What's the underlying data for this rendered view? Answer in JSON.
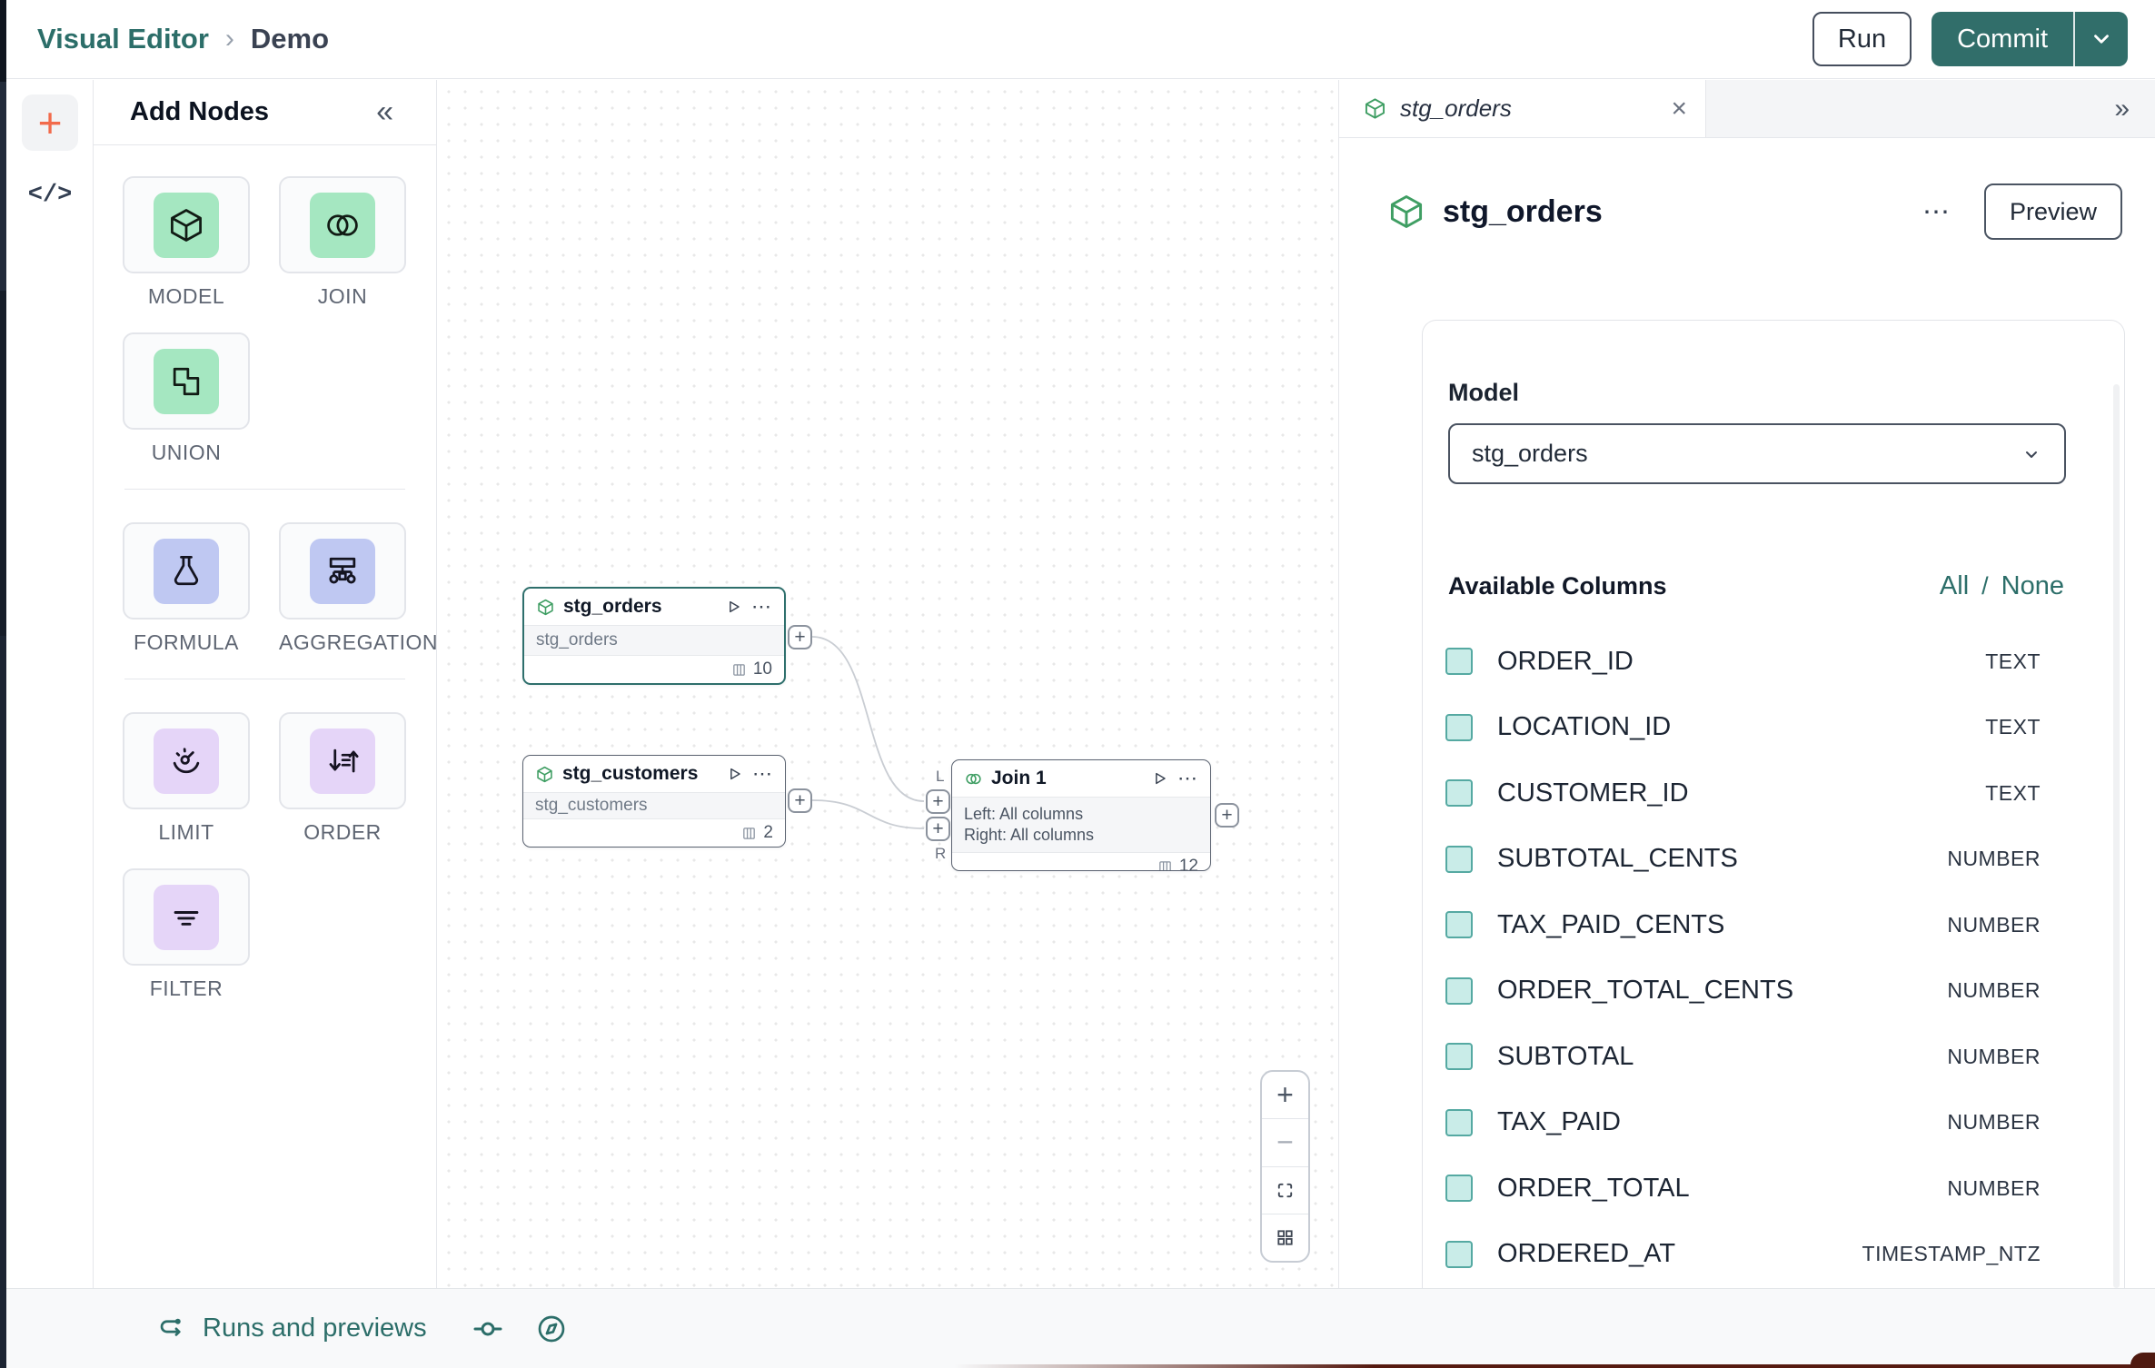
{
  "topbar": {
    "breadcrumb": {
      "root": "Visual Editor",
      "separator": "›",
      "current": "Demo"
    },
    "run_button": "Run",
    "commit_button": "Commit"
  },
  "left_rail": {
    "add_glyph": "+",
    "code_glyph": "</>"
  },
  "add_nodes_panel": {
    "title": "Add Nodes",
    "collapse_glyph": "«",
    "nodes": [
      {
        "label": "MODEL",
        "icon": "cube-icon",
        "tile_color": "#a5e7c1"
      },
      {
        "label": "JOIN",
        "icon": "join-circles-icon",
        "tile_color": "#a5e7c1"
      },
      {
        "label": "UNION",
        "icon": "union-squares-icon",
        "tile_color": "#a5e7c1"
      },
      {
        "label": "FORMULA",
        "icon": "flask-icon",
        "tile_color": "#bfc8f2"
      },
      {
        "label": "AGGREGATION",
        "icon": "aggregation-tree-icon",
        "tile_color": "#bfc8f2"
      },
      {
        "label": "LIMIT",
        "icon": "gauge-icon",
        "tile_color": "#e5d5f8"
      },
      {
        "label": "ORDER",
        "icon": "sort-arrows-icon",
        "tile_color": "#e5d5f8"
      },
      {
        "label": "FILTER",
        "icon": "filter-lines-icon",
        "tile_color": "#e5d5f8"
      }
    ]
  },
  "canvas": {
    "nodes": {
      "stg_orders": {
        "title": "stg_orders",
        "body": "stg_orders",
        "column_count": "10",
        "selected": true
      },
      "stg_customers": {
        "title": "stg_customers",
        "body": "stg_customers",
        "column_count": "2",
        "selected": false
      },
      "join1": {
        "title": "Join 1",
        "body_line1": "Left: All columns",
        "body_line2": "Right: All columns",
        "column_count": "12",
        "selected": false
      }
    },
    "ports": {
      "plus_glyph": "+",
      "left_label": "L",
      "right_label": "R"
    },
    "zoom_controls": {
      "zoom_in_glyph": "+",
      "zoom_out_glyph": "−"
    }
  },
  "right_panel": {
    "tab": {
      "label": "stg_orders",
      "close_glyph": "×",
      "expand_glyph": "»"
    },
    "header": {
      "title": "stg_orders",
      "menu_glyph": "⋯",
      "preview_button": "Preview"
    },
    "model": {
      "label": "Model",
      "value": "stg_orders"
    },
    "columns_section": {
      "title": "Available Columns",
      "select_all": "All",
      "separator": "/",
      "select_none": "None",
      "columns": [
        {
          "name": "ORDER_ID",
          "type": "TEXT"
        },
        {
          "name": "LOCATION_ID",
          "type": "TEXT"
        },
        {
          "name": "CUSTOMER_ID",
          "type": "TEXT"
        },
        {
          "name": "SUBTOTAL_CENTS",
          "type": "NUMBER"
        },
        {
          "name": "TAX_PAID_CENTS",
          "type": "NUMBER"
        },
        {
          "name": "ORDER_TOTAL_CENTS",
          "type": "NUMBER"
        },
        {
          "name": "SUBTOTAL",
          "type": "NUMBER"
        },
        {
          "name": "TAX_PAID",
          "type": "NUMBER"
        },
        {
          "name": "ORDER_TOTAL",
          "type": "NUMBER"
        },
        {
          "name": "ORDERED_AT",
          "type": "TIMESTAMP_NTZ"
        }
      ]
    }
  },
  "bottom_bar": {
    "runs_label": "Runs and previews"
  },
  "colors": {
    "accent_teal": "#2c6e69",
    "commit_teal": "#316e6a",
    "selection_teal": "#2e6f6c",
    "node_icon_green": "#3f9e63",
    "tile_green": "#a5e7c1",
    "tile_periwinkle": "#bfc8f2",
    "tile_lavender": "#e5d5f8",
    "checkbox_fill": "#c9ece8",
    "checkbox_border": "#55a9a2",
    "rail_plus_orange": "#f26a4b",
    "maroon_edge": "#4f1a10"
  }
}
